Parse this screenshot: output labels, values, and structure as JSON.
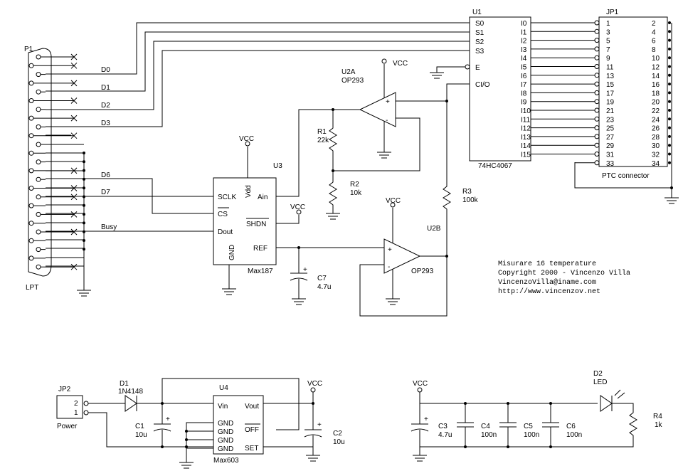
{
  "p1": {
    "name": "P1",
    "footer": "LPT"
  },
  "lpt_signals": [
    "D0",
    "D1",
    "D2",
    "D3",
    "D6",
    "D7",
    "Busy"
  ],
  "u1": {
    "name": "U1",
    "part": "74HC4067",
    "left_pins": [
      "S0",
      "S1",
      "S2",
      "S3",
      "E",
      "CI/O"
    ],
    "right_pins": [
      "I0",
      "I1",
      "I2",
      "I3",
      "I4",
      "I5",
      "I6",
      "I7",
      "I8",
      "I9",
      "I10",
      "I11",
      "I12",
      "I13",
      "I14",
      "I15"
    ]
  },
  "jp1": {
    "name": "JP1",
    "label": "PTC connector",
    "left_pins": [
      "1",
      "3",
      "5",
      "7",
      "9",
      "11",
      "13",
      "15",
      "17",
      "19",
      "21",
      "23",
      "25",
      "27",
      "29",
      "31",
      "33"
    ],
    "right_pins": [
      "2",
      "4",
      "6",
      "8",
      "10",
      "12",
      "14",
      "16",
      "18",
      "20",
      "22",
      "24",
      "26",
      "28",
      "30",
      "32",
      "34"
    ]
  },
  "u2a": {
    "name": "U2A",
    "part": "OP293"
  },
  "u2b": {
    "name": "U2B",
    "part": "OP293"
  },
  "u3": {
    "name": "U3",
    "part": "Max187",
    "pins": [
      "SCLK",
      "CS",
      "Dout",
      "GND",
      "Vdd",
      "Ain",
      "SHDN",
      "REF"
    ]
  },
  "r1": {
    "name": "R1",
    "value": "22k"
  },
  "r2": {
    "name": "R2",
    "value": "10k"
  },
  "r3": {
    "name": "R3",
    "value": "100k"
  },
  "c7": {
    "name": "C7",
    "value": "4.7u"
  },
  "vcc": "VCC",
  "opamp_signs": {
    "plus": "+",
    "minus": "-"
  },
  "notes": [
    "Misurare 16 temperature",
    "Copyright 2000 - Vincenzo Villa",
    "VincenzoVilla@iname.com",
    "http://www.vincenzov.net"
  ],
  "jp2": {
    "name": "JP2",
    "label": "Power",
    "pins": [
      "2",
      "1"
    ]
  },
  "d1": {
    "name": "D1",
    "part": "1N4148"
  },
  "c1": {
    "name": "C1",
    "value": "10u"
  },
  "u4": {
    "name": "U4",
    "part": "Max603",
    "left_pins": [
      "Vin",
      "GND",
      "GND",
      "GND",
      "GND"
    ],
    "right_pins": [
      "Vout",
      "OFF",
      "SET"
    ]
  },
  "c2": {
    "name": "C2",
    "value": "10u"
  },
  "c3": {
    "name": "C3",
    "value": "4.7u"
  },
  "c4": {
    "name": "C4",
    "value": "100n"
  },
  "c5": {
    "name": "C5",
    "value": "100n"
  },
  "c6": {
    "name": "C6",
    "value": "100n"
  },
  "d2": {
    "name": "D2",
    "part": "LED"
  },
  "r4": {
    "name": "R4",
    "value": "1k"
  }
}
